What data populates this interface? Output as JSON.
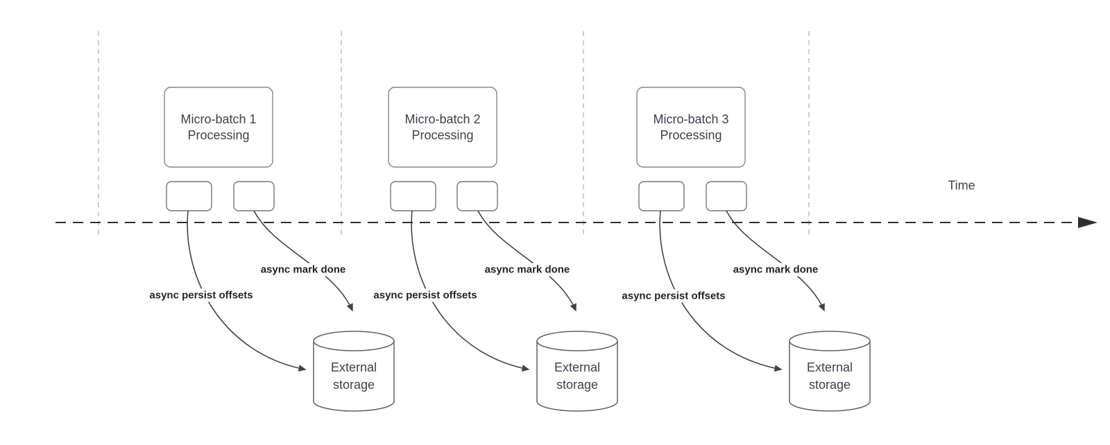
{
  "diagram": {
    "time_axis_label": "Time",
    "groups": [
      {
        "box_title_line1": "Micro-batch 1",
        "box_title_line2": "Processing",
        "persist_label": "async persist offsets",
        "done_label": "async mark done",
        "storage_line1": "External",
        "storage_line2": "storage"
      },
      {
        "box_title_line1": "Micro-batch 2",
        "box_title_line2": "Processing",
        "persist_label": "async persist offsets",
        "done_label": "async mark done",
        "storage_line1": "External",
        "storage_line2": "storage"
      },
      {
        "box_title_line1": "Micro-batch 3",
        "box_title_line2": "Processing",
        "persist_label": "async persist offsets",
        "done_label": "async mark done",
        "storage_line1": "External",
        "storage_line2": "storage"
      }
    ],
    "colors": {
      "guide_line": "#b8b8b8",
      "time_axis": "#2d2d35",
      "connector": "#3d4350",
      "shape_border": "#85858d",
      "cylinder_border": "#5c616c",
      "label_text": "#22222a",
      "body_text": "#3d414d"
    }
  }
}
